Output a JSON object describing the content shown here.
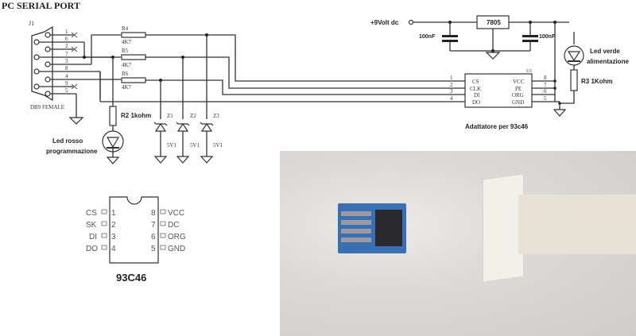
{
  "title": "PC SERIAL PORT",
  "connector": {
    "ref": "J1",
    "type": "DB9 FEMALE",
    "pins": [
      "1",
      "6",
      "2",
      "7",
      "3",
      "8",
      "4",
      "9",
      "5"
    ]
  },
  "resistors": [
    {
      "ref": "R4",
      "value": "4K7"
    },
    {
      "ref": "R5",
      "value": "4K7"
    },
    {
      "ref": "R6",
      "value": "4K7"
    }
  ],
  "r2_label": "R2 1kohm",
  "r3_label": "R3 1Kohm",
  "zeners": [
    {
      "ref": "Z1",
      "value": "5V1"
    },
    {
      "ref": "Z2",
      "value": "5V1"
    },
    {
      "ref": "Z3",
      "value": "5V1"
    }
  ],
  "led_red": {
    "line1": "Led rosso",
    "line2": "programmazione"
  },
  "led_green": {
    "line1": "Led verde",
    "line2": "alimentazione"
  },
  "power": {
    "input": "+9Volt dc",
    "regulator": "7805",
    "cap_left": "100nF",
    "cap_right": "100nF"
  },
  "adapter": {
    "ref": "U1",
    "caption": "Adattatore per 93c46",
    "left_pins": [
      {
        "num": "1",
        "name": "CS"
      },
      {
        "num": "2",
        "name": "CLK"
      },
      {
        "num": "3",
        "name": "DI"
      },
      {
        "num": "4",
        "name": "DO"
      }
    ],
    "right_pins": [
      {
        "num": "8",
        "name": "VCC"
      },
      {
        "num": "7",
        "name": "PE"
      },
      {
        "num": "6",
        "name": "ORG"
      },
      {
        "num": "5",
        "name": "GND"
      }
    ]
  },
  "chip": {
    "name": "93C46",
    "left_pins": [
      {
        "num": "1",
        "name": "CS"
      },
      {
        "num": "2",
        "name": "SK"
      },
      {
        "num": "3",
        "name": "DI"
      },
      {
        "num": "4",
        "name": "DO"
      }
    ],
    "right_pins": [
      {
        "num": "8",
        "name": "VCC"
      },
      {
        "num": "7",
        "name": "DC"
      },
      {
        "num": "6",
        "name": "ORG"
      },
      {
        "num": "5",
        "name": "GND"
      }
    ]
  },
  "photo": {
    "description": "Blue SOIC-to-DIP adapter with 93C46 chip next to white connector on white cloth"
  }
}
